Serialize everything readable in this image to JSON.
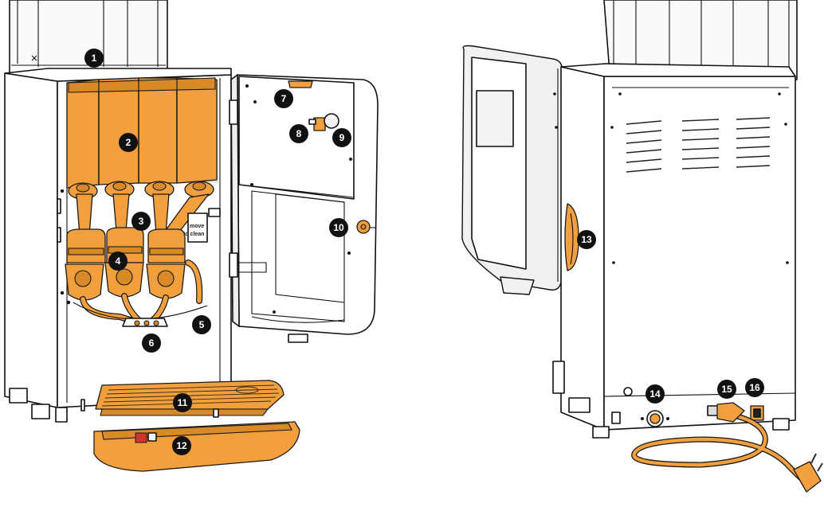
{
  "colors": {
    "accent": "#F2A03D",
    "accent_dark": "#D98A28",
    "outline": "#111111",
    "background": "#FFFFFF"
  },
  "sticker": {
    "line1": "move",
    "line2": "to clean"
  },
  "callouts": [
    {
      "label": "1"
    },
    {
      "label": "2"
    },
    {
      "label": "3"
    },
    {
      "label": "4"
    },
    {
      "label": "5"
    },
    {
      "label": "6"
    },
    {
      "label": "7"
    },
    {
      "label": "8"
    },
    {
      "label": "9"
    },
    {
      "label": "10"
    },
    {
      "label": "11"
    },
    {
      "label": "12"
    },
    {
      "label": "13"
    },
    {
      "label": "14"
    },
    {
      "label": "15"
    },
    {
      "label": "16"
    }
  ]
}
